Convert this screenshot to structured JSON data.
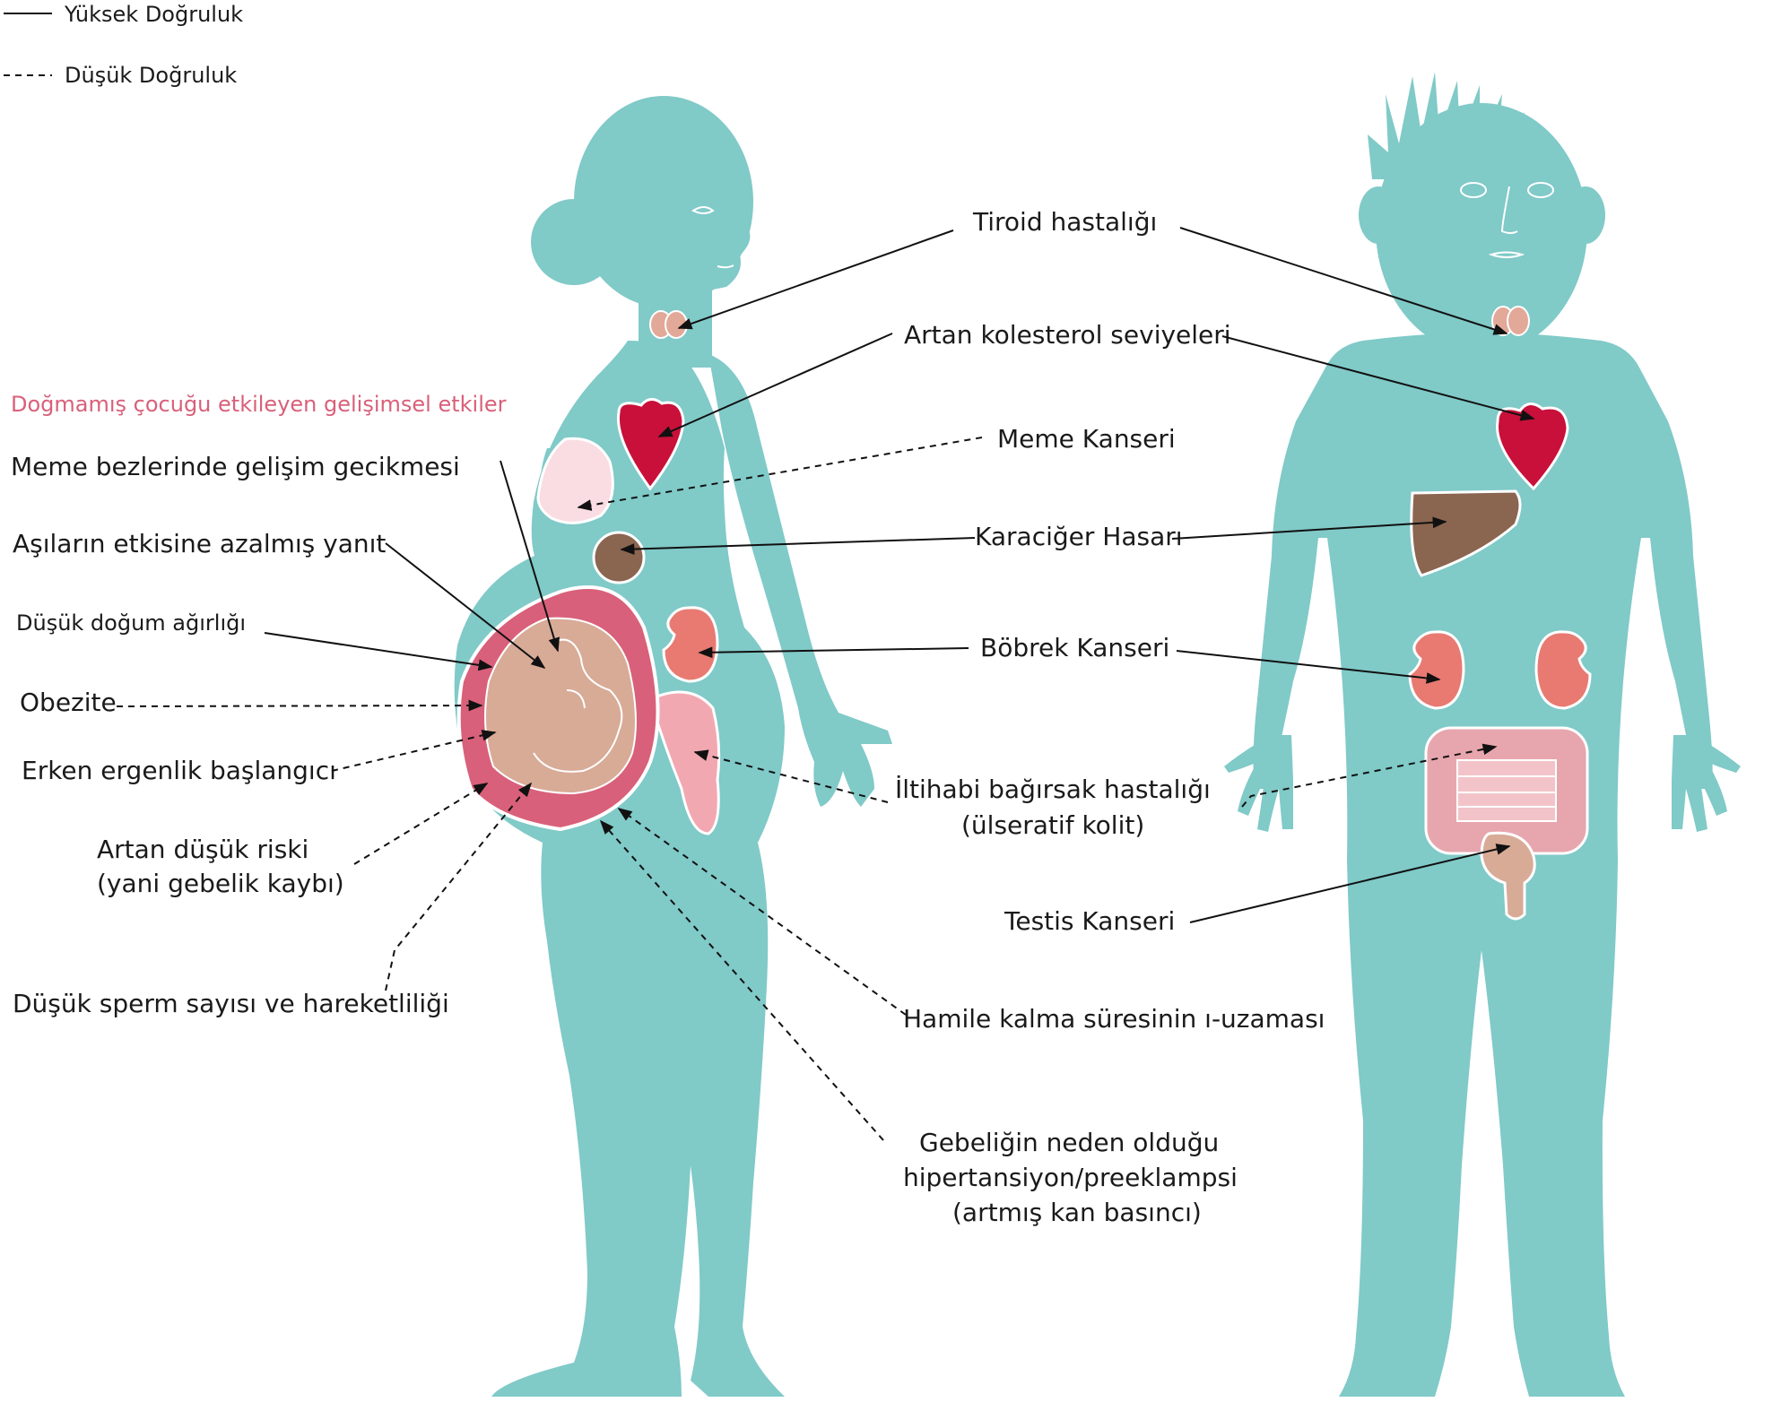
{
  "legend": {
    "high": "Yüksek Doğruluk",
    "low": "Düşük Doğruluk"
  },
  "section_title": "Doğmamış çocuğu etkileyen gelişimsel etkiler",
  "colors": {
    "body": "#80cac8",
    "heart": "#c8103a",
    "liver": "#8a6550",
    "kidney": "#e87a72",
    "intestine": "#e7a6ae",
    "thyroid": "#e2a898",
    "uterus": "#d9607a",
    "fetus": "#d8ab97",
    "breast": "#f9dde3",
    "title_accent": "#d9607a"
  },
  "left_labels": {
    "meme_bez": "Meme bezlerinde gelişim gecikmesi",
    "asi": "Aşıların etkisine azalmış yanıt",
    "dogum": "Düşük doğum ağırlığı",
    "obezite": "Obezite",
    "ergenlik": "Erken ergenlik başlangıcı",
    "dusuk1": "Artan düşük riski",
    "dusuk2": "(yani gebelik kaybı)",
    "sperm": "Düşük sperm sayısı ve hareketliliği"
  },
  "center_labels": {
    "tiroid": "Tiroid hastalığı",
    "kolesterol": "Artan kolesterol seviyeleri",
    "meme_kanser": "Meme Kanseri",
    "karaciger": "Karaciğer Hasarı",
    "bobrek": "Böbrek Kanseri",
    "bagirsak1": "İltihabi bağırsak hastalığı",
    "bagirsak2": "(ülseratif kolit)",
    "testis": "Testis Kanseri",
    "hamile": "Hamile kalma süresinin ı-uzaması",
    "gebelik1": "Gebeliğin neden olduğu",
    "gebelik2": "hipertansiyon/preeklampsi",
    "gebelik3": "(artmış kan basıncı)"
  },
  "icons": [
    "female-body-silhouette",
    "male-body-silhouette",
    "thyroid-icon",
    "heart-icon",
    "liver-icon",
    "kidney-icon",
    "intestine-icon",
    "uterus-icon",
    "fetus-icon",
    "breast-icon",
    "testis-icon"
  ]
}
